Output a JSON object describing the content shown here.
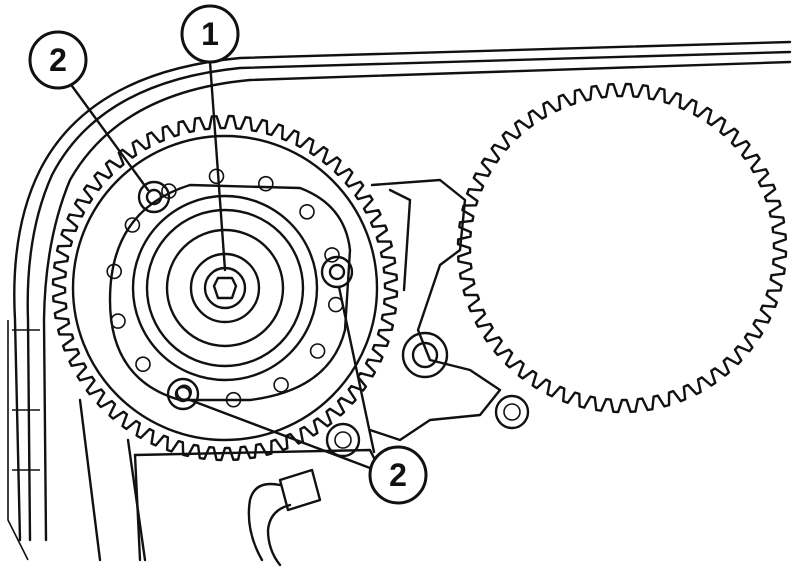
{
  "callouts": [
    {
      "label": "1"
    },
    {
      "label": "2"
    },
    {
      "label": "2"
    }
  ],
  "colors": {
    "line": "#111111",
    "background": "#ffffff"
  }
}
